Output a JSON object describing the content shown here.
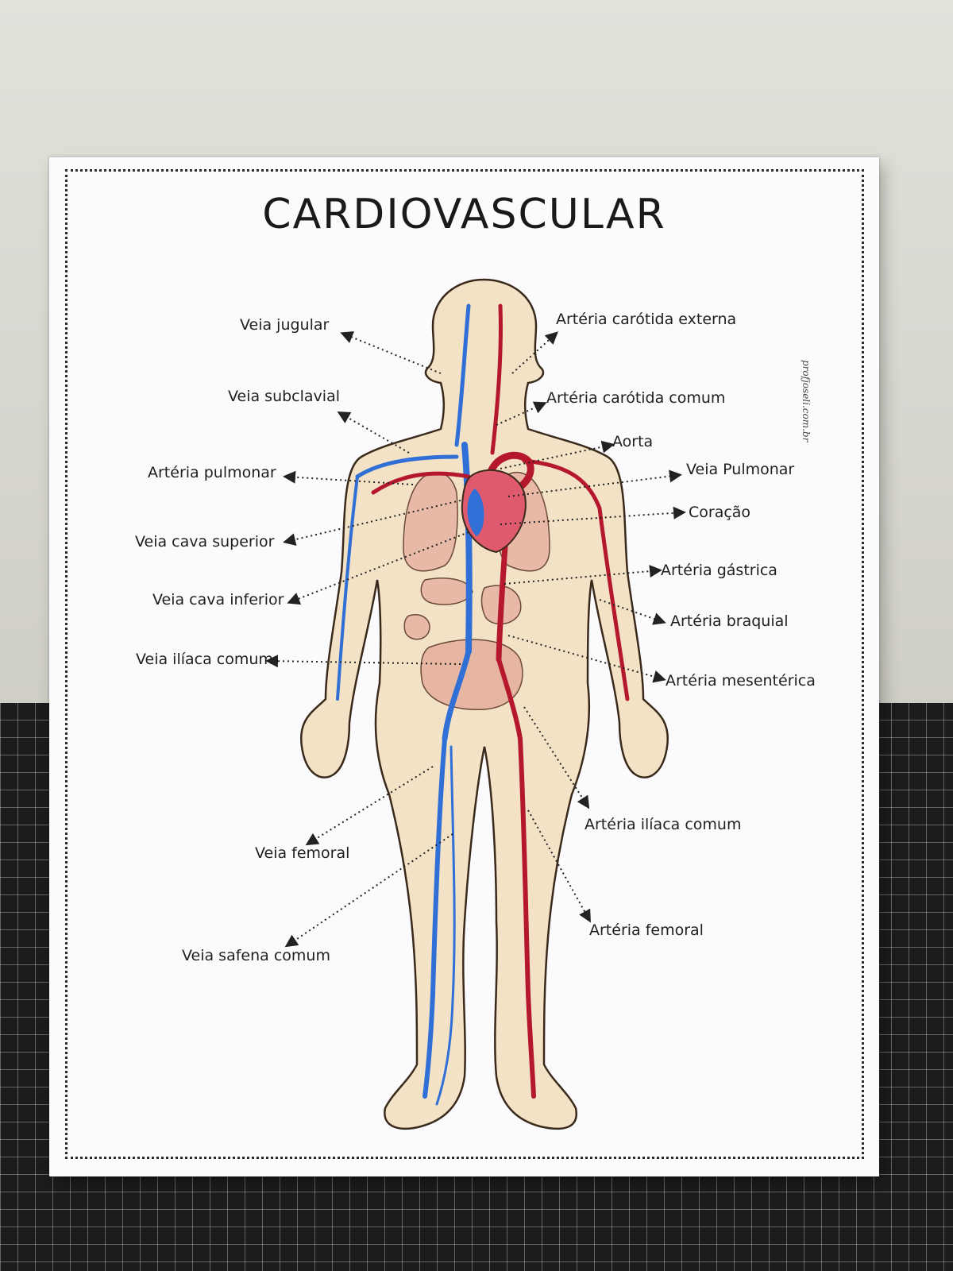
{
  "poster": {
    "title": "CARDIOVASCULAR",
    "author_credit": "profjoseli.com.br"
  },
  "labels": {
    "veia_jugular": "Veia jugular",
    "veia_subclavial": "Veia subclavial",
    "arteria_pulmonar": "Artéria pulmonar",
    "veia_cava_superior": "Veia cava superior",
    "veia_cava_inferior": "Veia cava inferior",
    "veia_iliaca_comum": "Veia ilíaca comum",
    "veia_femoral": "Veia femoral",
    "veia_safena_comum": "Veia safena comum",
    "arteria_carotida_externa": "Artéria carótida externa",
    "arteria_carotida_comum": "Artéria carótida comum",
    "aorta": "Aorta",
    "veia_pulmonar": "Veia Pulmonar",
    "coracao": "Coração",
    "arteria_gastrica": "Artéria  gástrica",
    "arteria_braquial": "Artéria braquial",
    "arteria_mesenterica": "Artéria mesentérica",
    "arteria_iliaca_comum": "Artéria ilíaca comum",
    "arteria_femoral": "Artéria femoral"
  },
  "colors": {
    "skin": "#f3e2c6",
    "organ": "#e8b9a6",
    "artery": "#b5182d",
    "vein": "#2f6fd6",
    "outline": "#3a2a1c"
  }
}
